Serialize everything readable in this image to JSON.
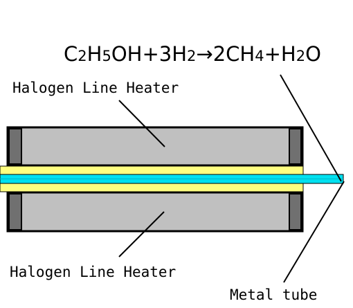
{
  "equation": {
    "c": "C",
    "c_sub": "2",
    "h": "H",
    "h_sub": "5",
    "oh_plus": "OH+3H",
    "h2_sub": "2",
    "arrow": "→2CH",
    "ch4_sub": "4",
    "plus_h": "+H",
    "h2o_sub": "2",
    "o": "O"
  },
  "labels": {
    "top_heater": "Halogen Line Heater",
    "bottom_heater": "Halogen Line Heater",
    "metal_tube": "Metal tube"
  },
  "colors": {
    "heater_fill": "#c0c0c0",
    "heater_cap": "#707070",
    "tube_cyan": "#00e0f0",
    "tube_yellow": "#ffff80",
    "line": "#000000"
  }
}
